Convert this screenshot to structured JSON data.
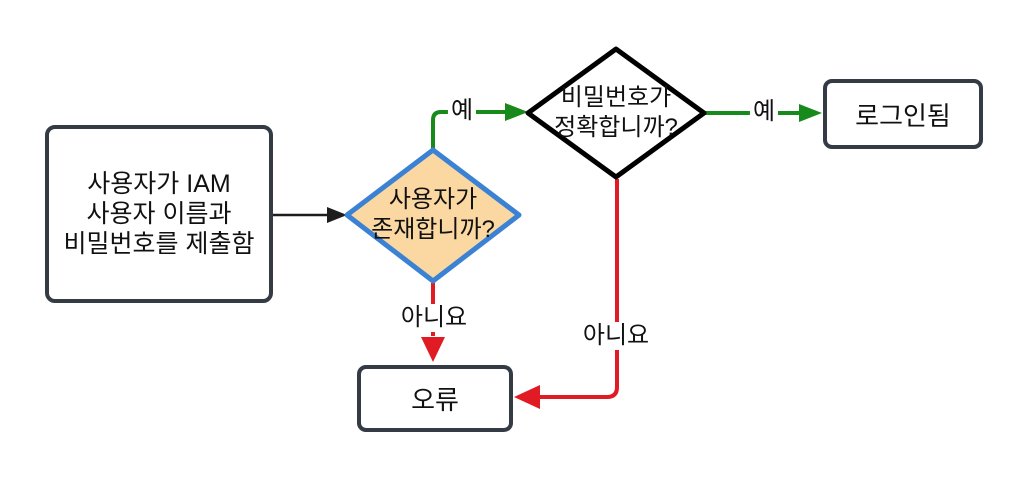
{
  "colors": {
    "green": "#178a1b",
    "red": "#e01b24",
    "blue": "#3b82d4",
    "orange": "#fbd8a2",
    "border": "#343b45",
    "background": "#ffffff"
  },
  "diagram": {
    "nodes": {
      "start": {
        "type": "process",
        "lines": [
          "사용자가 IAM",
          "사용자 이름과",
          "비밀번호를 제출함"
        ],
        "border_color": "#343b45",
        "fill": "#ffffff"
      },
      "user_exists": {
        "type": "decision",
        "lines": [
          "사용자가",
          "존재합니까?"
        ],
        "border_color": "#3b82d4",
        "fill": "#fbd8a2"
      },
      "password_correct": {
        "type": "decision",
        "lines": [
          "비밀번호가",
          "정확합니까?"
        ],
        "border_color": "#000000",
        "fill": "#ffffff"
      },
      "logged_in": {
        "type": "terminal",
        "label": "로그인됨",
        "border_color": "#343b45",
        "fill": "#ffffff"
      },
      "error": {
        "type": "terminal",
        "label": "오류",
        "border_color": "#343b45",
        "fill": "#ffffff"
      }
    },
    "edges": {
      "submit": {
        "from": "start",
        "to": "user_exists",
        "label": "",
        "color": "#1d1d1d"
      },
      "exists_yes": {
        "from": "user_exists",
        "to": "password_correct",
        "label": "예",
        "color": "#178a1b"
      },
      "exists_no": {
        "from": "user_exists",
        "to": "error",
        "label": "아니요",
        "color": "#e01b24"
      },
      "password_yes": {
        "from": "password_correct",
        "to": "logged_in",
        "label": "예",
        "color": "#178a1b"
      },
      "password_no": {
        "from": "password_correct",
        "to": "error",
        "label": "아니요",
        "color": "#e01b24"
      }
    }
  }
}
